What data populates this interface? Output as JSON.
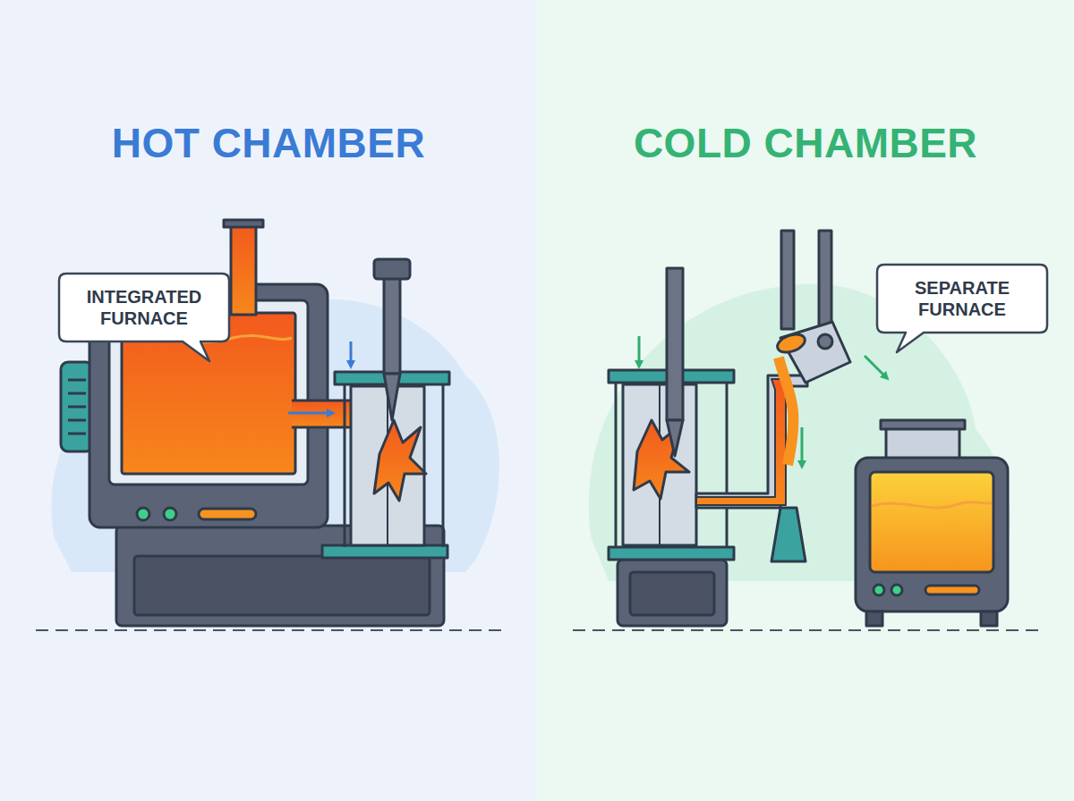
{
  "diagram": {
    "nodes": [
      {
        "text": [
          "INTEGRATED FURNACE"
        ]
      },
      {
        "text": [
          "SEPARATE FURNACE"
        ]
      }
    ],
    "labels": [
      "HOT CHAMBER",
      "COLD CHAMBER"
    ]
  }
}
